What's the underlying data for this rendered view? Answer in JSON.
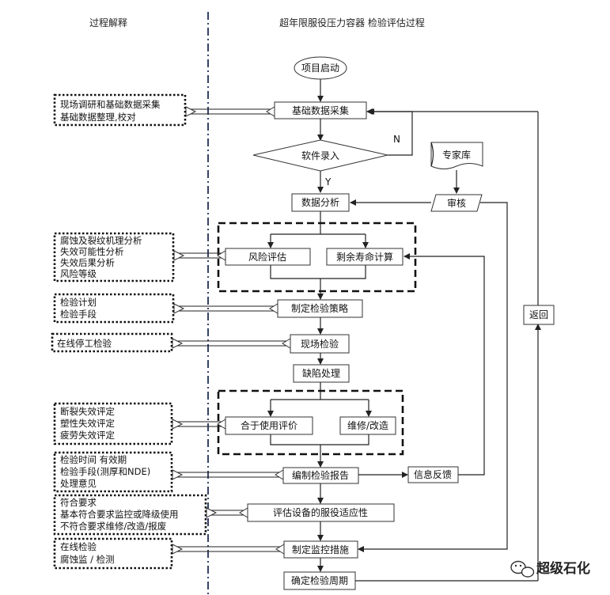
{
  "headers": {
    "left": "过程解释",
    "right": "超年限服役压力容器 检验评估过程"
  },
  "nodes": {
    "start": "项目启动",
    "data_collect": "基础数据采集",
    "software_input": "软件录入",
    "label_n": "N",
    "label_y": "Y",
    "expert_db": "专家库",
    "review": "审核",
    "data_analysis": "数据分析",
    "risk_eval": "风险评估",
    "life_calc": "剩余寿命计算",
    "strategy": "制定检验策略",
    "field_inspect": "现场检验",
    "defect": "缺陷处理",
    "fitness": "合于使用评价",
    "repair": "维修/改造",
    "report": "编制检验报告",
    "feedback": "信息反馈",
    "service_eval": "评估设备的服役适应性",
    "monitor": "制定监控措施",
    "cycle": "确定检验周期",
    "return": "返回"
  },
  "notes": {
    "n1": [
      "现场调研和基础数据采集",
      "基础数据整理,校对"
    ],
    "n2": [
      "腐蚀及裂纹机理分析",
      "失效可能性分析",
      "失效后果分析",
      "风险等级"
    ],
    "n3": [
      "检验计划",
      "检验手段"
    ],
    "n4": [
      "在线停工检验"
    ],
    "n5": [
      "断裂失效评定",
      "塑性失效评定",
      "疲劳失效评定"
    ],
    "n6": [
      "检验时间 有效期",
      "检验手段(测厚和NDE)",
      "处理意见"
    ],
    "n7": [
      "符合要求",
      "基本符合要求监控或降级使用",
      "不符合要求维修/改造/报废"
    ],
    "n8": [
      "在线检验",
      "腐蚀监 / 检测"
    ]
  },
  "watermark": "超级石化",
  "colors": {
    "line": "#222222",
    "separator": "#1f2f55"
  }
}
